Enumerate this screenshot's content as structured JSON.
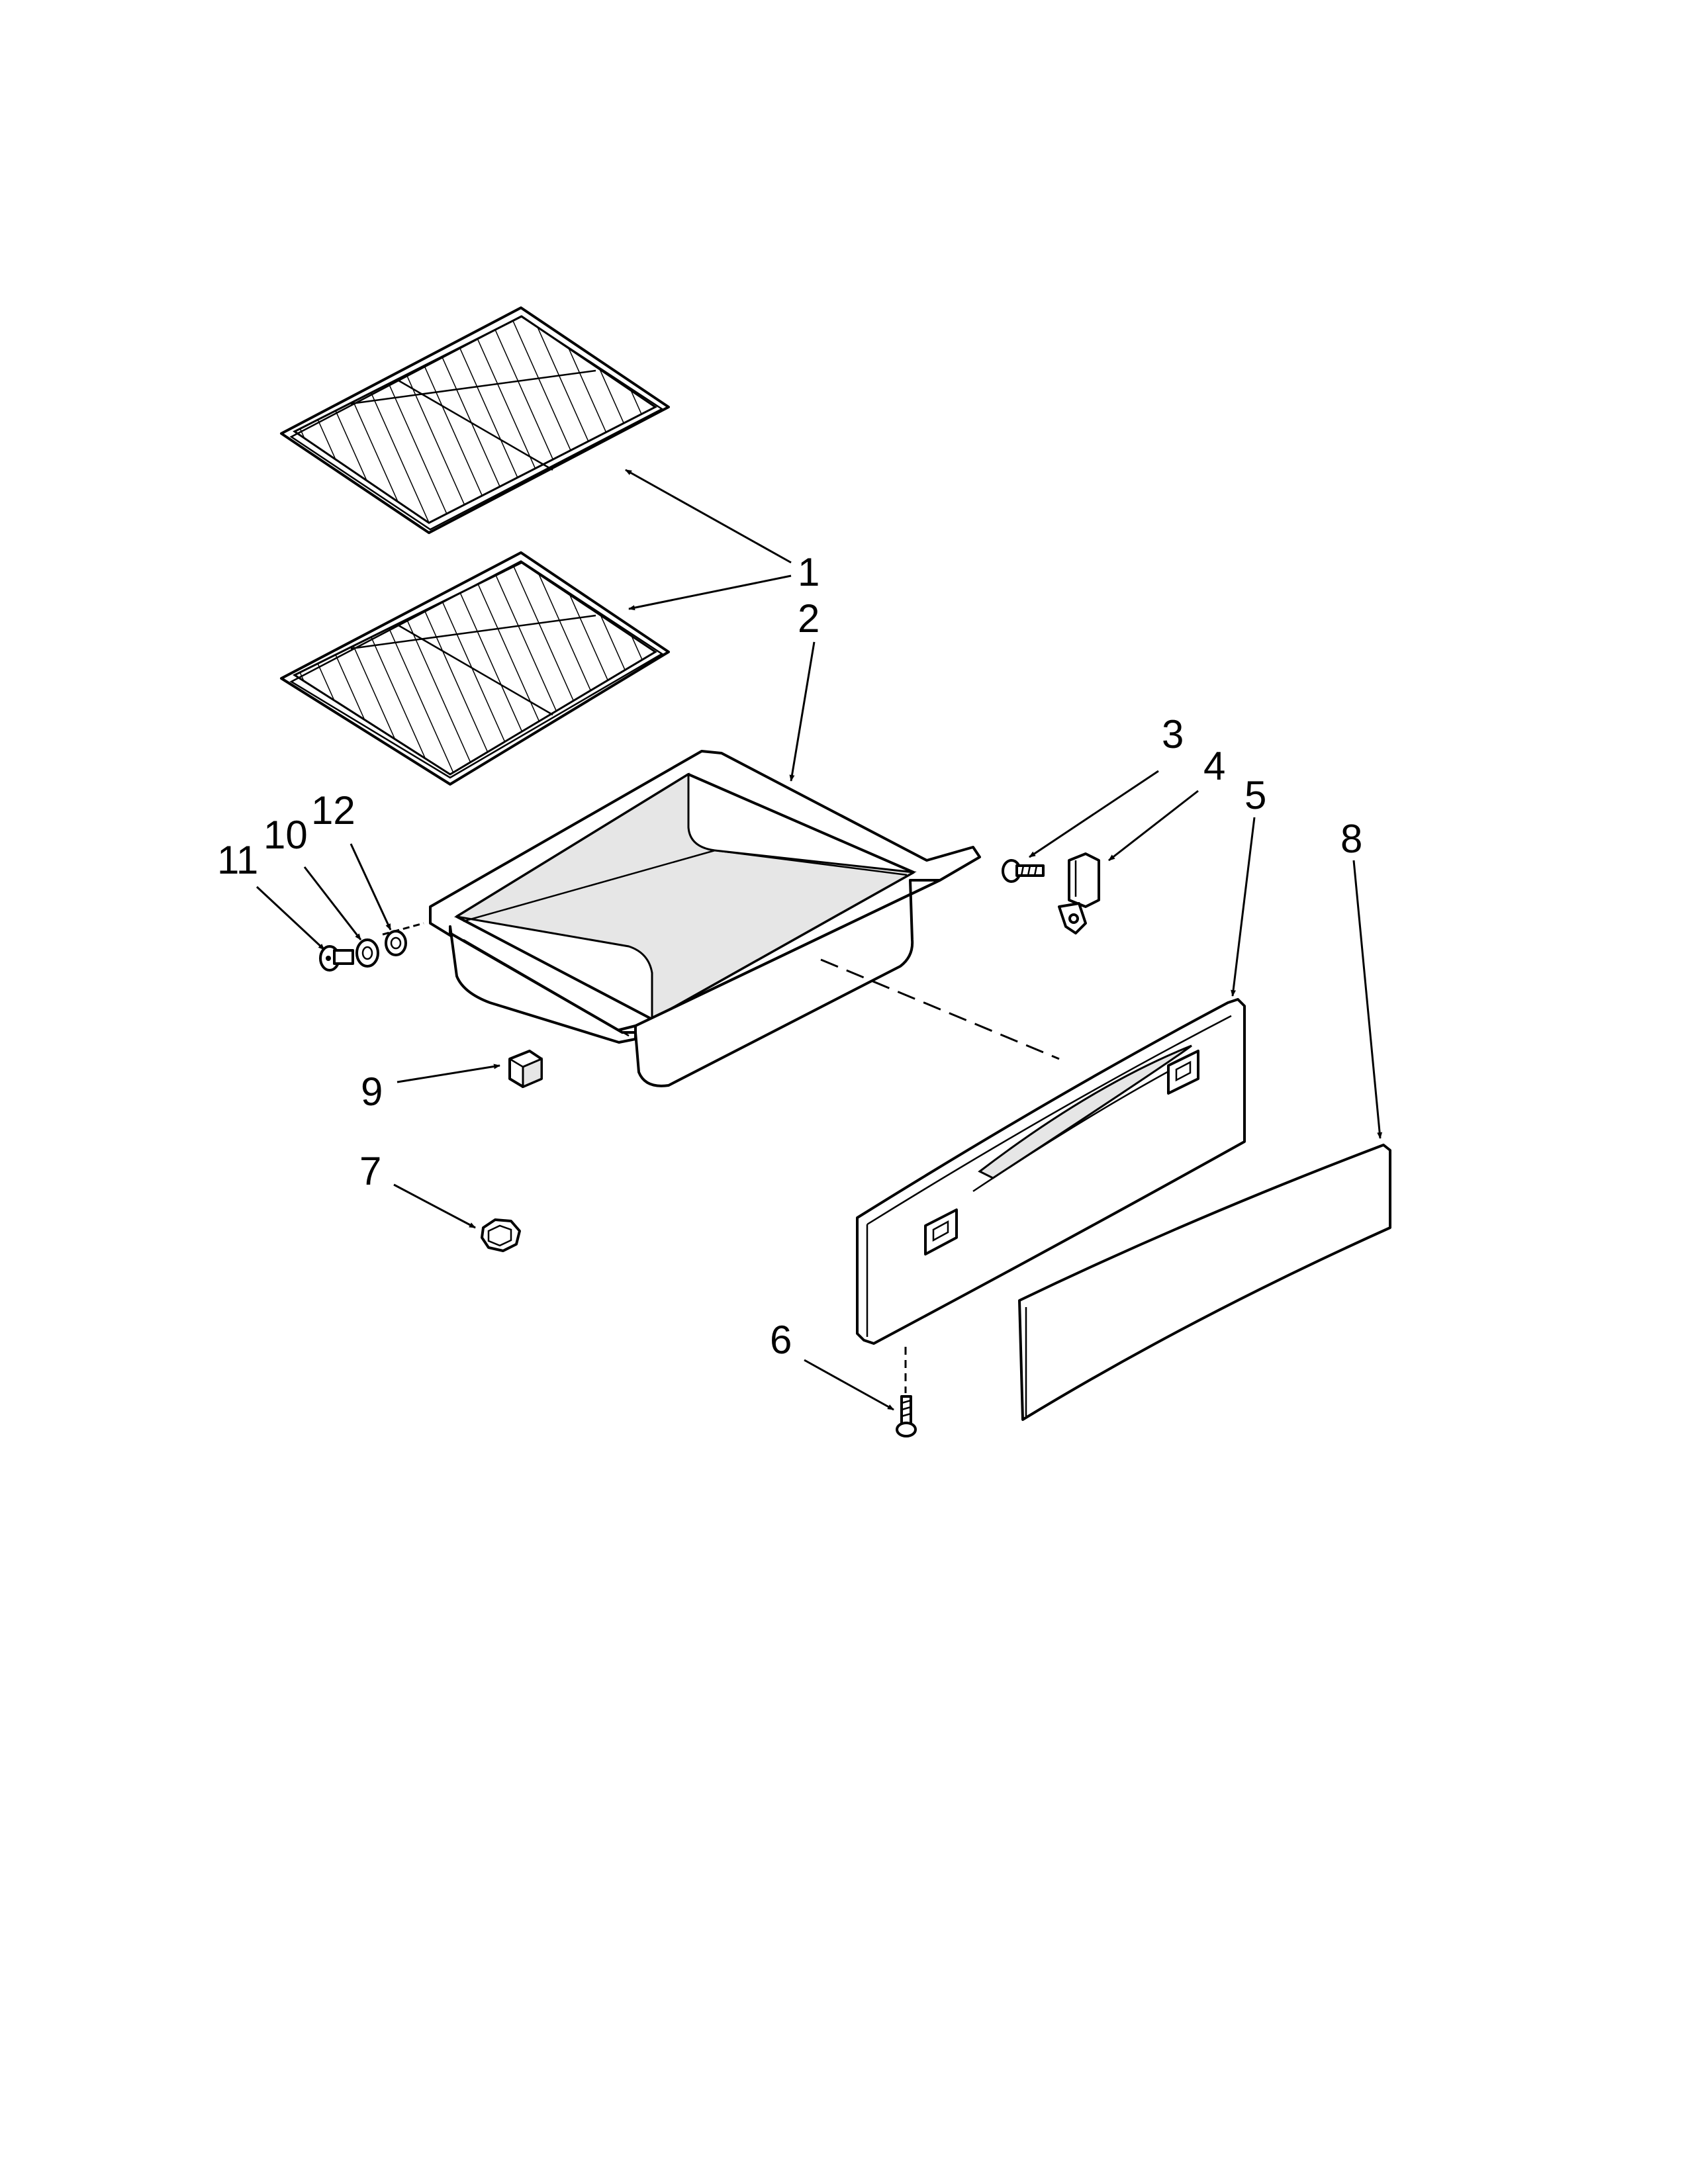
{
  "callouts": {
    "c1": "1",
    "c2": "2",
    "c3": "3",
    "c4": "4",
    "c5": "5",
    "c6": "6",
    "c7": "7",
    "c8": "8",
    "c9": "9",
    "c10": "10",
    "c11": "11",
    "c12": "12"
  },
  "colors": {
    "ink": "#000000",
    "paper": "#ffffff",
    "shade": "#e6e6e6"
  }
}
